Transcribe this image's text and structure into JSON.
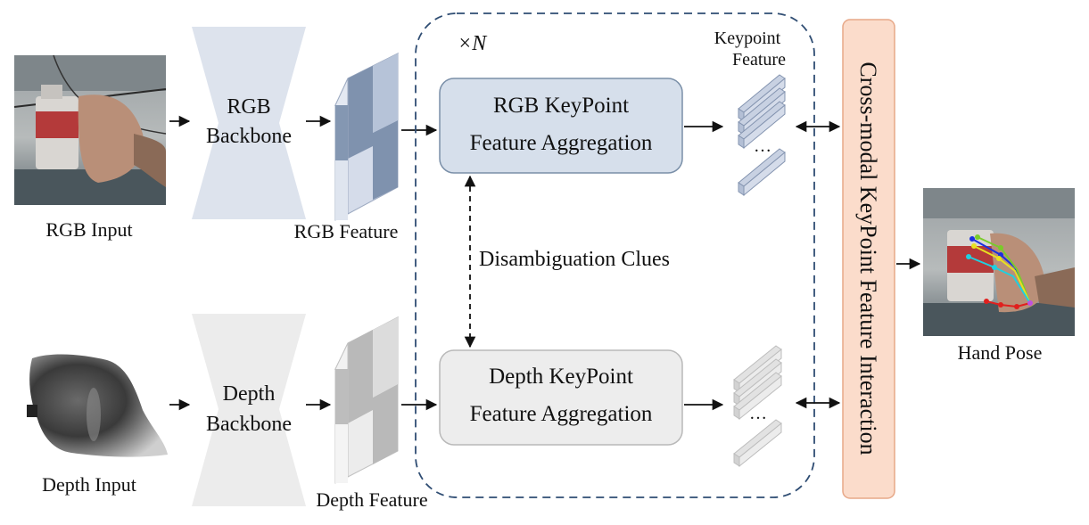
{
  "inputs": {
    "rgb": {
      "label": "RGB Input"
    },
    "depth": {
      "label": "Depth Input"
    }
  },
  "backbones": {
    "rgb": {
      "line1": "RGB",
      "line2": "Backbone"
    },
    "depth": {
      "line1": "Depth",
      "line2": "Backbone"
    }
  },
  "features": {
    "rgb": {
      "label": "RGB Feature"
    },
    "depth": {
      "label": "Depth Feature"
    }
  },
  "loop": {
    "repeat": "×N"
  },
  "aggregation": {
    "rgb": {
      "line1": "RGB KeyPoint",
      "line2": "Feature Aggregation"
    },
    "depth": {
      "line1": "Depth KeyPoint",
      "line2": "Feature Aggregation"
    }
  },
  "clues": {
    "label": "Disambiguation Clues"
  },
  "keypoint_feature": {
    "line1": "Keypoint",
    "line2": "Feature",
    "ellipsis": "…"
  },
  "interaction": {
    "label": "Cross-modal KeyPoint Feature Interaction"
  },
  "output": {
    "label": "Hand Pose"
  },
  "colors": {
    "rgb_backbone": "#dde3ed",
    "depth_backbone": "#ececec",
    "rgb_box": "#d6dfeb",
    "rgb_box_stroke": "#7a8fa8",
    "depth_box": "#ededed",
    "depth_box_stroke": "#b9b9b9",
    "loop_stroke": "#2f4d73",
    "interaction_fill": "#fbdccb",
    "interaction_stroke": "#e7a888"
  }
}
